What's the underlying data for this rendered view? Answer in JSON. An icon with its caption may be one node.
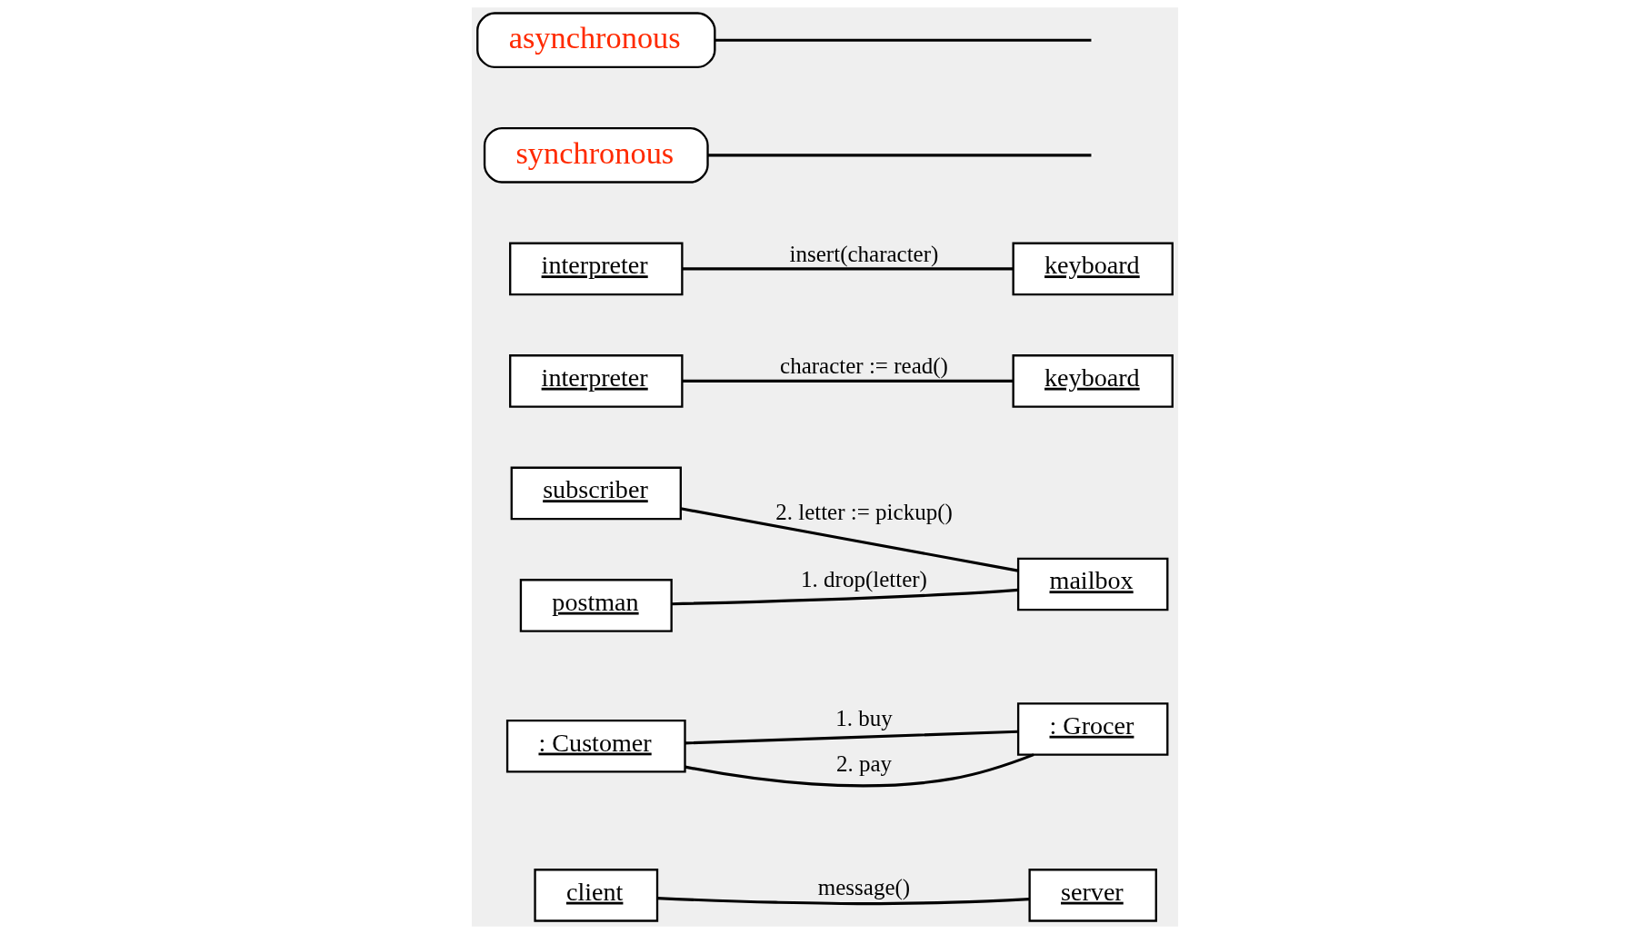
{
  "diagram": {
    "nodes": [
      {
        "text": [
          "client"
        ]
      },
      {
        "text": [
          "server"
        ]
      },
      {
        "text": [
          ": Customer"
        ]
      },
      {
        "text": [
          ": Grocer"
        ]
      },
      {
        "text": [
          "subscriber"
        ]
      },
      {
        "text": [
          "mailbox"
        ]
      },
      {
        "text": [
          "postman"
        ]
      },
      {
        "text": [
          "interpreter"
        ]
      },
      {
        "text": [
          "keyboard"
        ]
      },
      {
        "text": [
          "interpreter"
        ]
      },
      {
        "text": [
          "keyboard"
        ]
      },
      {
        "text": [
          "synchronous"
        ]
      },
      {
        "text": [
          "asynchronous"
        ]
      }
    ],
    "edges": [
      {
        "from": 0,
        "to": 1,
        "arrow": "none",
        "label": "message()"
      },
      {
        "from": 2,
        "to": 3,
        "arrow": "none",
        "label": "1. buy"
      },
      {
        "from": 2,
        "to": 3,
        "arrow": "none",
        "label": "2. pay"
      },
      {
        "from": 4,
        "to": 5,
        "arrow": "none",
        "label": "2. letter := pickup()"
      },
      {
        "from": 6,
        "to": 5,
        "arrow": "none",
        "label": "1. drop(letter)"
      },
      {
        "from": 7,
        "to": 8,
        "arrow": "none",
        "label": "character := read()"
      },
      {
        "from": 9,
        "to": 10,
        "arrow": "none",
        "label": "insert(character)"
      },
      {
        "from": 11,
        "to": null,
        "arrow": "none"
      },
      {
        "from": 12,
        "to": null,
        "arrow": "none"
      }
    ]
  }
}
